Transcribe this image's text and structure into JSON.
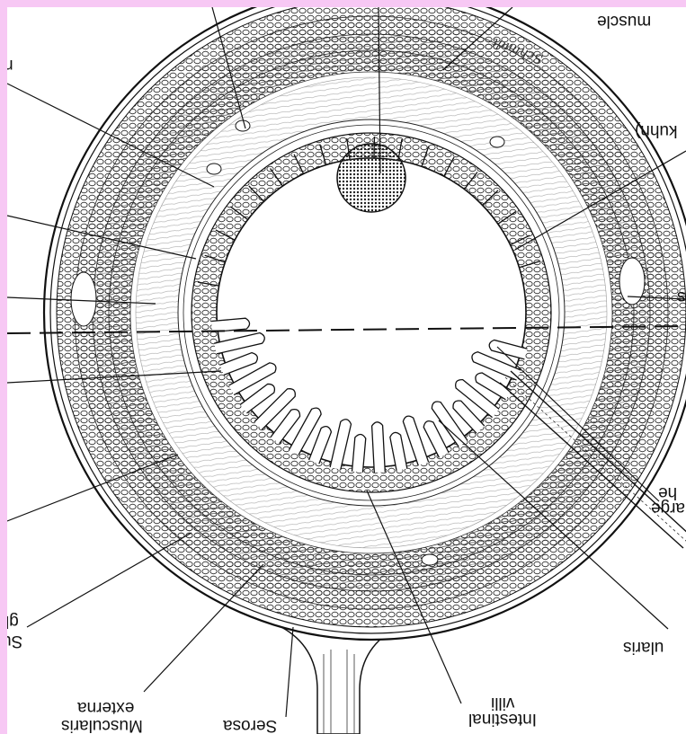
{
  "labels": {
    "muscle": "muscle",
    "kuhn": "kuhn)",
    "s_right": "s",
    "arge": "arge",
    "he": "he",
    "ularis": "ularis",
    "villi_intestinal": "Intestinal",
    "villi": "villi",
    "serosa": "Serosa",
    "externa": "externa",
    "muscularis": "Muscularis",
    "su": "Su",
    "gl": "gl",
    "n_top_left": "n"
  },
  "signature": "Schmidt",
  "colors": {
    "frame": "#f7c8f4",
    "ink": "#111111",
    "paper": "#ffffff"
  }
}
